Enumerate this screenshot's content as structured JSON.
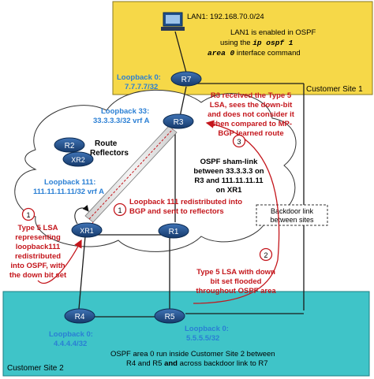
{
  "site1": {
    "label": "Customer Site 1",
    "lan": "LAN1: 192.168.70.0/24",
    "ospf_note": [
      "LAN1 is enabled in OSPF",
      "using the ",
      "ip ospf 1",
      "area 0",
      " interface command"
    ],
    "r7": {
      "name": "R7",
      "loopback_title": "Loopback 0:",
      "loopback_ip": "7.7.7.7/32"
    }
  },
  "site2": {
    "label": "Customer Site 2",
    "r4": {
      "name": "R4",
      "loopback_title": "Loopback 0:",
      "loopback_ip": "4.4.4.4/32"
    },
    "r5": {
      "name": "R5",
      "loopback_title": "Loopback 0:",
      "loopback_ip": "5.5.5.5/32"
    },
    "footer": [
      "OSPF area 0 run inside Customer Site 2 between",
      "R4 and R5 ",
      "and",
      " across backdoor link to R7"
    ]
  },
  "provider": {
    "r3": {
      "name": "R3",
      "loopback_title": "Loopback 33:",
      "loopback_ip": "33.3.3.3/32 vrf A"
    },
    "xr1": {
      "name": "XR1",
      "loopback_title": "Loopback 111:",
      "loopback_ip": "111.11.11.11/32 vrf A"
    },
    "r1": {
      "name": "R1"
    },
    "r2": {
      "name": "R2"
    },
    "xr2": {
      "name": "XR2"
    },
    "reflectors": [
      "Route",
      "Reflectors"
    ],
    "sham_link": [
      "OSPF sham-link",
      "between 33.3.3.3 on",
      "R3 and 111.11.11.11",
      "on XR1"
    ],
    "redistributed": [
      "Loopback 111 redistributed into",
      "BGP and sent to reflectors"
    ]
  },
  "annotations": {
    "r3_received": [
      "R3 received the Type 5",
      "LSA, sees the down-bit",
      "and does not consider it",
      "when compared to MP-",
      "BGP learned route"
    ],
    "type5_left": [
      "Type 5 LSA",
      "representing",
      "loopback111",
      "redistributed",
      "into OSPF, with",
      "the down bit set"
    ],
    "type5_right": [
      "Type 5 LSA with down",
      "bit set flooded",
      "throughout OSPF area"
    ],
    "backdoor": [
      "Backdoor link",
      "between sites"
    ],
    "steps": [
      "1",
      "1",
      "2",
      "3"
    ]
  },
  "colors": {
    "site1_fill": "#f6d848",
    "site2_fill": "#3fc4c8",
    "router": "#1f4f8a",
    "annotation_red": "#c4161c",
    "loopback_blue": "#2a7fd4"
  }
}
